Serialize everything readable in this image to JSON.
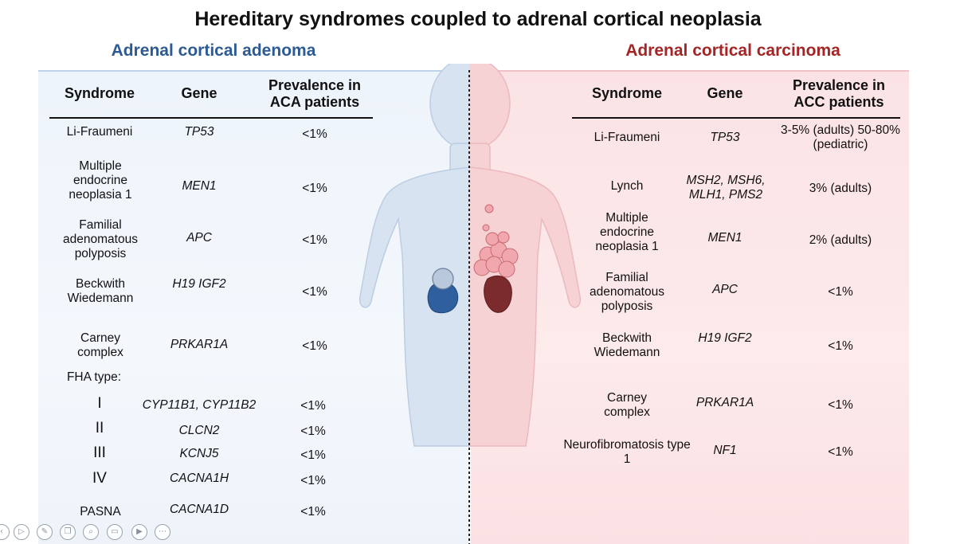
{
  "title": "Hereditary syndromes coupled to adrenal cortical neoplasia",
  "left": {
    "subtitle": "Adrenal cortical adenoma",
    "headers": {
      "syndrome": "Syndrome",
      "gene": "Gene",
      "prevalence": "Prevalence in ACA patients"
    },
    "rows": [
      {
        "syndrome": "Li-Fraumeni",
        "gene": "TP53",
        "prevalence": "<1%"
      },
      {
        "syndrome": "Multiple endocrine neoplasia 1",
        "gene": "MEN1",
        "prevalence": "<1%"
      },
      {
        "syndrome": "Familial adenomatous polyposis",
        "gene": "APC",
        "prevalence": "<1%"
      },
      {
        "syndrome": "Beckwith Wiedemann",
        "gene": "H19 IGF2",
        "prevalence": "<1%"
      },
      {
        "syndrome": "Carney complex",
        "gene": "PRKAR1A",
        "prevalence": "<1%"
      }
    ],
    "fha_label": "FHA type:",
    "fha_rows": [
      {
        "type": "I",
        "gene": "CYP11B1, CYP11B2",
        "prevalence": "<1%"
      },
      {
        "type": "II",
        "gene": "CLCN2",
        "prevalence": "<1%"
      },
      {
        "type": "III",
        "gene": "KCNJ5",
        "prevalence": "<1%"
      },
      {
        "type": "IV",
        "gene": "CACNA1H",
        "prevalence": "<1%"
      }
    ],
    "last_row": {
      "syndrome": "PASNA",
      "gene": "CACNA1D",
      "prevalence": "<1%"
    }
  },
  "right": {
    "subtitle": "Adrenal cortical carcinoma",
    "headers": {
      "syndrome": "Syndrome",
      "gene": "Gene",
      "prevalence": "Prevalence in ACC patients"
    },
    "rows": [
      {
        "syndrome": "Li-Fraumeni",
        "gene": "TP53",
        "prevalence": "3-5% (adults) 50-80% (pediatric)"
      },
      {
        "syndrome": "Lynch",
        "gene": "MSH2, MSH6, MLH1, PMS2",
        "prevalence": "3% (adults)"
      },
      {
        "syndrome": "Multiple endocrine neoplasia 1",
        "gene": "MEN1",
        "prevalence": "2% (adults)"
      },
      {
        "syndrome": "Familial adenomatous polyposis",
        "gene": "APC",
        "prevalence": "<1%"
      },
      {
        "syndrome": "Beckwith Wiedemann",
        "gene": "H19 IGF2",
        "prevalence": "<1%"
      },
      {
        "syndrome": "Carney complex",
        "gene": "PRKAR1A",
        "prevalence": "<1%"
      },
      {
        "syndrome": "Neurofibromatosis type 1",
        "gene": "NF1",
        "prevalence": "<1%"
      }
    ]
  },
  "controls": [
    "previous-icon",
    "play-icon",
    "pen-icon",
    "copy-icon",
    "zoom-icon",
    "screen-icon",
    "video-icon",
    "more-icon"
  ],
  "colors": {
    "adenoma": "#2c5a94",
    "carcinoma": "#a42525",
    "adenoma_panel": "#eef4fb",
    "carcinoma_panel": "#fbe3e5"
  }
}
